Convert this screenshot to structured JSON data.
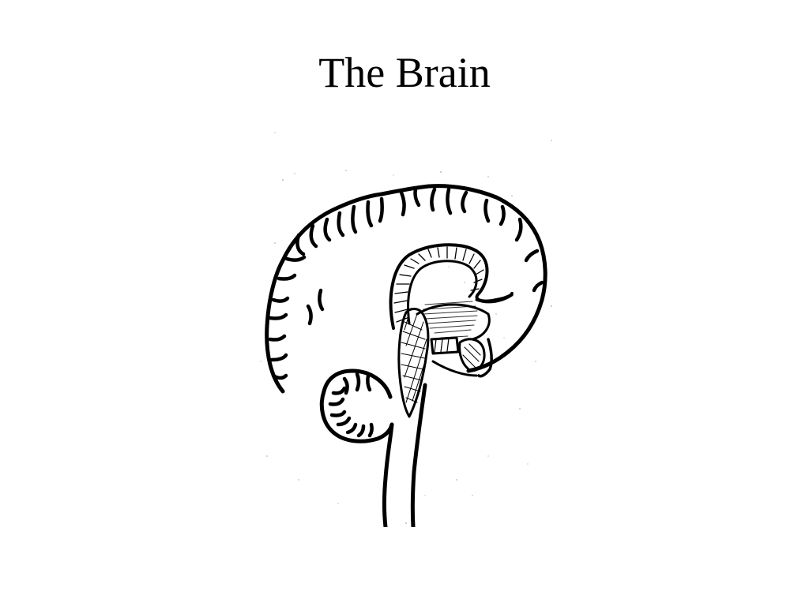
{
  "slide": {
    "title": "The Brain",
    "background_color": "#ffffff",
    "ink_color": "#000000"
  },
  "figure": {
    "subject": "sagittal-brain-sketch",
    "icon": "brain-illustration"
  }
}
